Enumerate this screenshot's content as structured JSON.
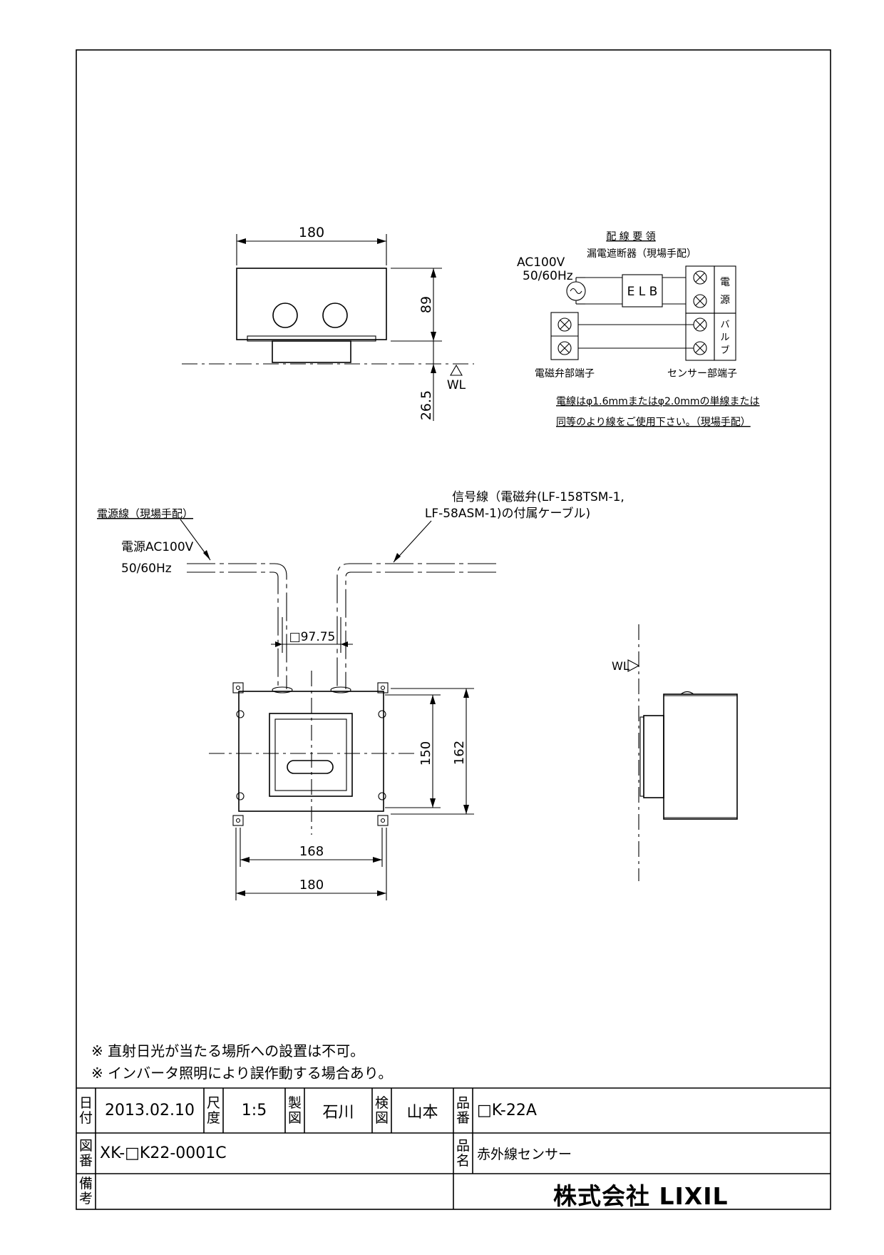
{
  "front_view": {
    "width_dim": "180",
    "height_dim": "89",
    "below_dim": "26.5",
    "wl": "WL"
  },
  "wiring": {
    "title": "配 線 要 領",
    "breaker": "漏電遮断器（現場手配）",
    "ac_line1": "AC100V",
    "ac_line2": "50/60Hz",
    "elb": "E L B",
    "terminal_power": [
      "電",
      "源"
    ],
    "terminal_valve": [
      "バ",
      "ル",
      "ブ"
    ],
    "valve_terminal_label": "電磁弁部端子",
    "sensor_terminal_label": "センサー部端子",
    "note_line1": "電線はφ1.6mmまたはφ2.0mmの単線または",
    "note_line2": "同等のより線をご使用下さい。（現場手配）"
  },
  "plan_view": {
    "power_cable_label": "電源線（現場手配）",
    "power_line1": "電源AC100V",
    "power_line2": "50/60Hz",
    "signal_line1": "信号線（電磁弁(LF-158TSM-1,",
    "signal_line2": "LF-58ASM-1)の付属ケーブル)",
    "pitch_dim": "□97.75",
    "dim_150": "150",
    "dim_162": "162",
    "dim_168": "168",
    "dim_180": "180"
  },
  "side_view": {
    "wl": "WL"
  },
  "notes": [
    "※ 直射日光が当たる場所への設置は不可。",
    "※ インバータ照明により誤作動する場合あり。"
  ],
  "title_block": {
    "date_label": [
      "日",
      "付"
    ],
    "date": "2013.02.10",
    "scale_label": [
      "尺",
      "度"
    ],
    "scale": "1:5",
    "drawn_label": [
      "製",
      "図"
    ],
    "drawn_by": "石川",
    "checked_label": [
      "検",
      "図"
    ],
    "checked_by": "山本",
    "part_no_label": [
      "品",
      "番"
    ],
    "part_no": "□K-22A",
    "drawing_no_label": [
      "図",
      "番"
    ],
    "drawing_no": "XK-□K22-0001C",
    "product_label": [
      "品",
      "名"
    ],
    "product": "赤外線センサー",
    "remarks_label": [
      "備",
      "考"
    ],
    "company": "株式会社 LIXIL"
  }
}
